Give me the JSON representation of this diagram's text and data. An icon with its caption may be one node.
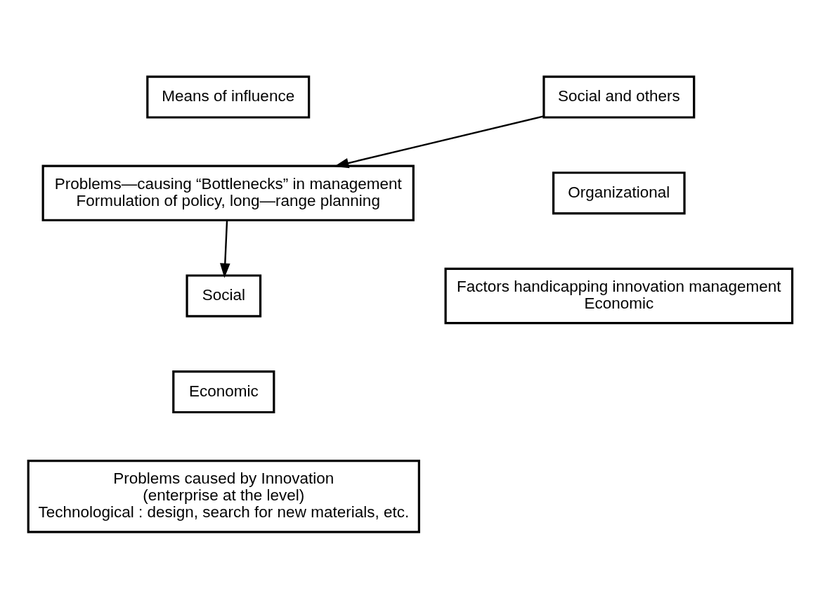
{
  "diagram": {
    "nodes": [
      {
        "text": [
          "Social"
        ]
      },
      {
        "text": [
          "Economic"
        ]
      },
      {
        "text": [
          "Problems caused by Innovation",
          "(enterprise at the level)",
          "Technological : design, search for new materials, etc."
        ]
      },
      {
        "text": [
          "Means of influence"
        ]
      },
      {
        "text": [
          "Problems—causing “Bottlenecks” in management",
          "Formulation of policy, long—range planning"
        ]
      },
      {
        "text": [
          "Social and others"
        ]
      },
      {
        "text": [
          "Organizational"
        ]
      },
      {
        "text": [
          "Factors handicapping innovation management",
          "Economic"
        ]
      }
    ],
    "edges": [
      {
        "from": 4,
        "to": 0,
        "arrow": "to"
      },
      {
        "from": 5,
        "to": 4,
        "arrow": "to"
      }
    ]
  }
}
